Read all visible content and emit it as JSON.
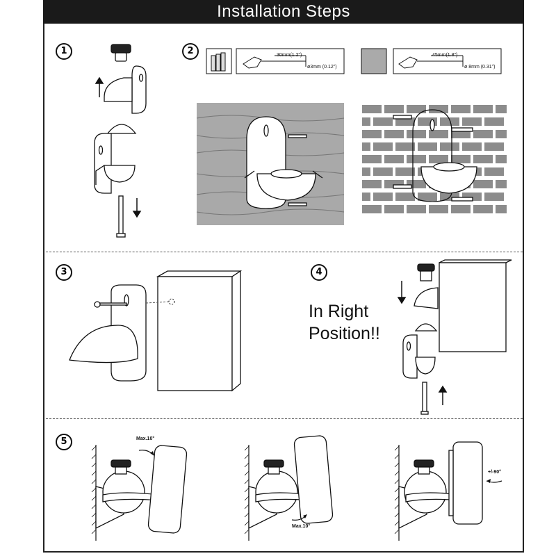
{
  "header": {
    "title": "Installation Steps"
  },
  "steps": [
    {
      "number": "1"
    },
    {
      "number": "2"
    },
    {
      "number": "3"
    },
    {
      "number": "4"
    },
    {
      "number": "5"
    }
  ],
  "step2": {
    "wood": {
      "depth": "30mm(1.2\")",
      "diameter": "ø3mm (0.12\")"
    },
    "brick": {
      "depth": "45mm(1.8\")",
      "diameter": "ø 8mm (0.31\")"
    }
  },
  "step4": {
    "note_line1": "In Right",
    "note_line2": "Position!!"
  },
  "step5": {
    "tilt_up": "Max.10°",
    "tilt_down": "Max.10°",
    "rotate": "+/-90°"
  }
}
